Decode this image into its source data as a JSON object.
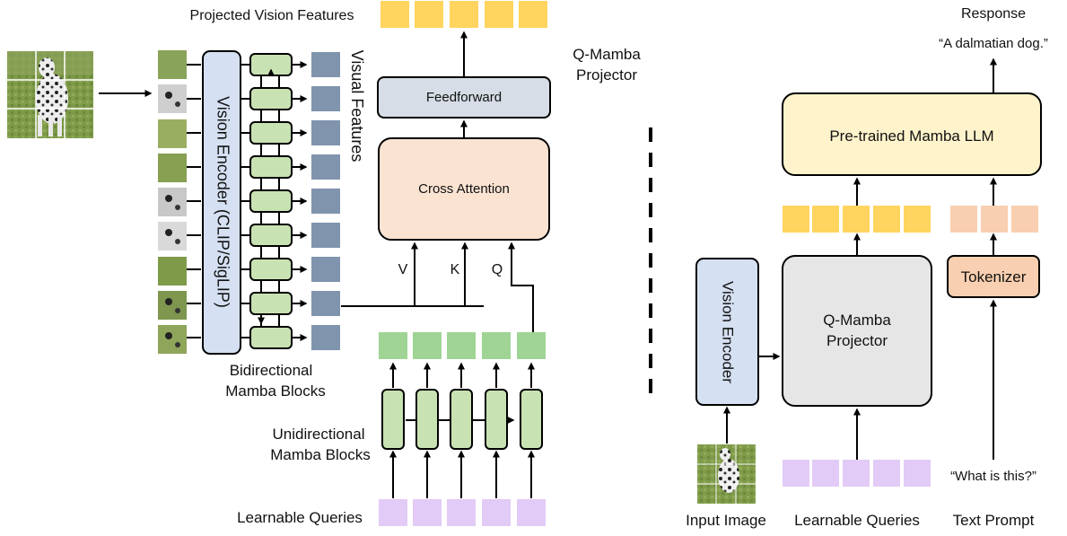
{
  "left_panel": {
    "projected_vision_features": "Projected Vision Features",
    "q_mamba_projector_title": [
      "Q-Mamba",
      "Projector"
    ],
    "feedforward": "Feedforward",
    "cross_attention": "Cross Attention",
    "vision_encoder": "Vision Encoder (CLIP/SigLIP)",
    "visual_features": "Visual Features",
    "bidirectional_mamba_blocks": [
      "Bidirectional",
      "Mamba Blocks"
    ],
    "unidirectional_mamba_blocks": [
      "Unidirectional",
      "Mamba Blocks"
    ],
    "learnable_queries": "Learnable Queries",
    "attention_inputs": {
      "v": "V",
      "k": "K",
      "q": "Q"
    }
  },
  "right_panel": {
    "response_label": "Response",
    "response_text": "“A dalmatian dog.”",
    "pretrained_llm": "Pre-trained Mamba LLM",
    "vision_encoder": "Vision Encoder",
    "q_mamba_projector": [
      "Q-Mamba",
      "Projector"
    ],
    "tokenizer": "Tokenizer",
    "prompt_text": "“What is this?”",
    "bottom_labels": {
      "input_image": "Input Image",
      "learnable_queries": "Learnable Queries",
      "text_prompt": "Text Prompt"
    }
  },
  "colors": {
    "vision_token": "#ffd45f",
    "visual_feature": "#8094ad",
    "query_token": "#e2cbf6",
    "mamba_block": "#c9e2b3",
    "mamba_token": "#9fd495",
    "cross_attention": "#fbe3d2",
    "feedforward": "#d6dde6",
    "vision_encoder": "#d5e0f2",
    "llm": "#fff3cb",
    "projector": "#e6e6e6",
    "tokenizer": "#f8cfb0",
    "text_token": "#f8cfb0"
  }
}
